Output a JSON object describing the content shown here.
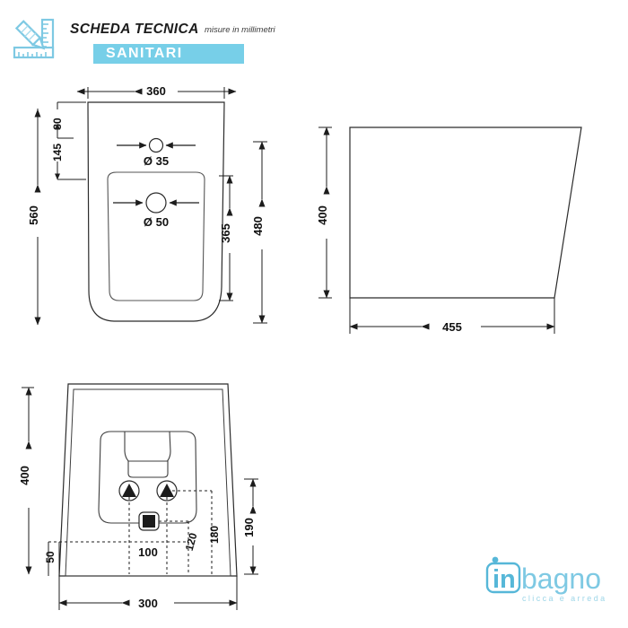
{
  "document": {
    "type": "technical-data-sheet",
    "background_color": "#ffffff"
  },
  "header": {
    "icon_name": "pencil-ruler-icon",
    "title": "SCHEDA TECNICA",
    "subtitle": "misure in millimetri",
    "band_label": "SANITARI",
    "band_color": "#77cfe8",
    "title_color": "#1b1b1b",
    "band_text_color": "#ffffff"
  },
  "views": {
    "front": {
      "name": "front-view",
      "dimensions": {
        "width_top": "360",
        "height_total": "560",
        "offset_top_hole": "80",
        "offset_second_hole": "145",
        "bowl_height": "365",
        "body_height": "480",
        "hole_small": "Ø 35",
        "hole_large": "Ø 50"
      }
    },
    "side": {
      "name": "side-view",
      "dimensions": {
        "height": "400",
        "depth": "455"
      }
    },
    "back": {
      "name": "back-view",
      "dimensions": {
        "height": "400",
        "width_bottom": "300",
        "offset_left_low": "50",
        "spacing_center": "100",
        "spacing_inner": "120",
        "offset_bolt": "180",
        "offset_upper": "190"
      }
    }
  },
  "logo": {
    "name": "inbagno-logo",
    "text_in": "in",
    "text_bagno": "bagno",
    "tagline": "clicca e arreda",
    "color_primary": "#7ec9e3",
    "color_accent": "#56b7d8"
  },
  "style": {
    "line_color": "#1c1c1c",
    "line_color_light": "#3b3b3b",
    "dim_text_color": "#111111"
  }
}
